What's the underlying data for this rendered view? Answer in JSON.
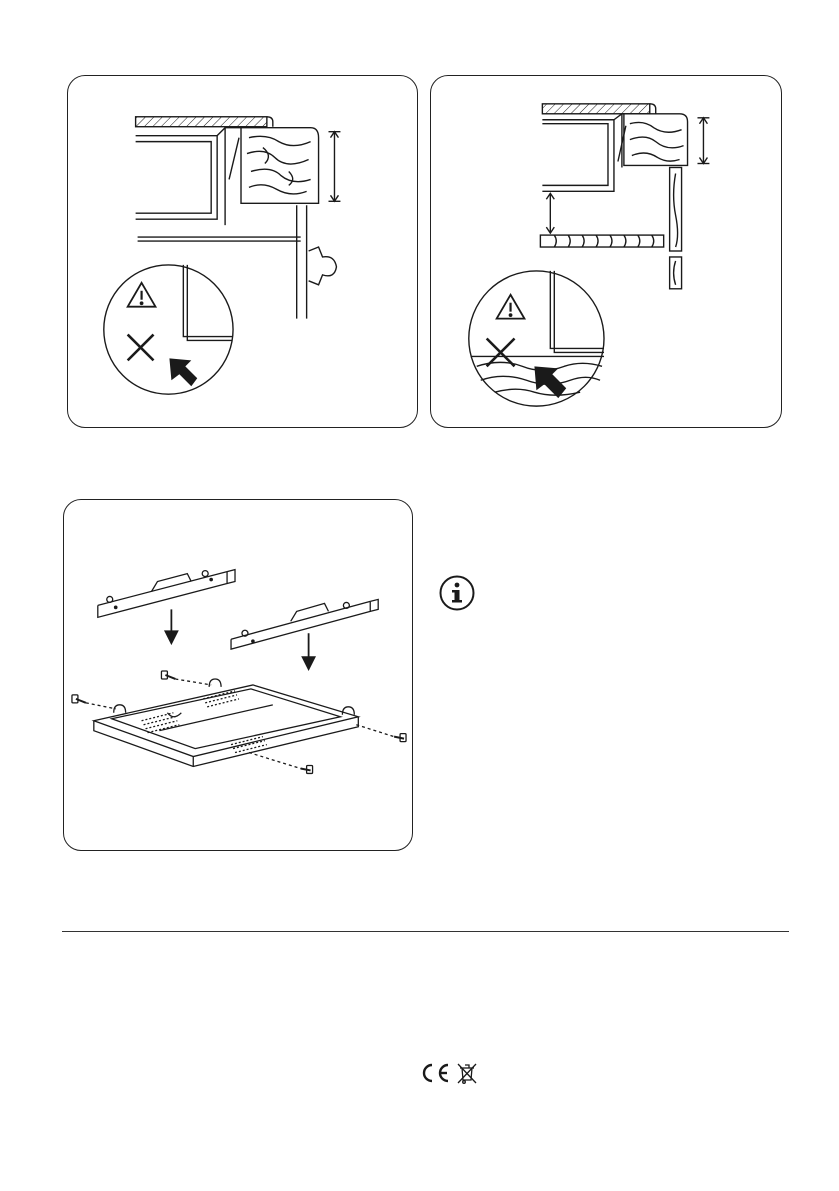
{
  "page": {
    "background": "#ffffff",
    "line_color": "#1a1a1a"
  },
  "figures": [
    {
      "id": "fig-countertop-recess",
      "icons": [
        "warning-triangle-icon",
        "cross-mark-icon",
        "arrow-pointer-icon"
      ]
    },
    {
      "id": "fig-cabinet-clearance",
      "icons": [
        "warning-triangle-icon",
        "cross-mark-icon",
        "arrow-pointer-icon"
      ]
    },
    {
      "id": "fig-bracket-assembly",
      "icons": [
        "down-arrow-icon",
        "screw-icon"
      ]
    }
  ],
  "info_note": {
    "icon": "info-icon"
  },
  "footer": {
    "marks": [
      "ce-mark-icon",
      "weee-bin-icon"
    ]
  }
}
